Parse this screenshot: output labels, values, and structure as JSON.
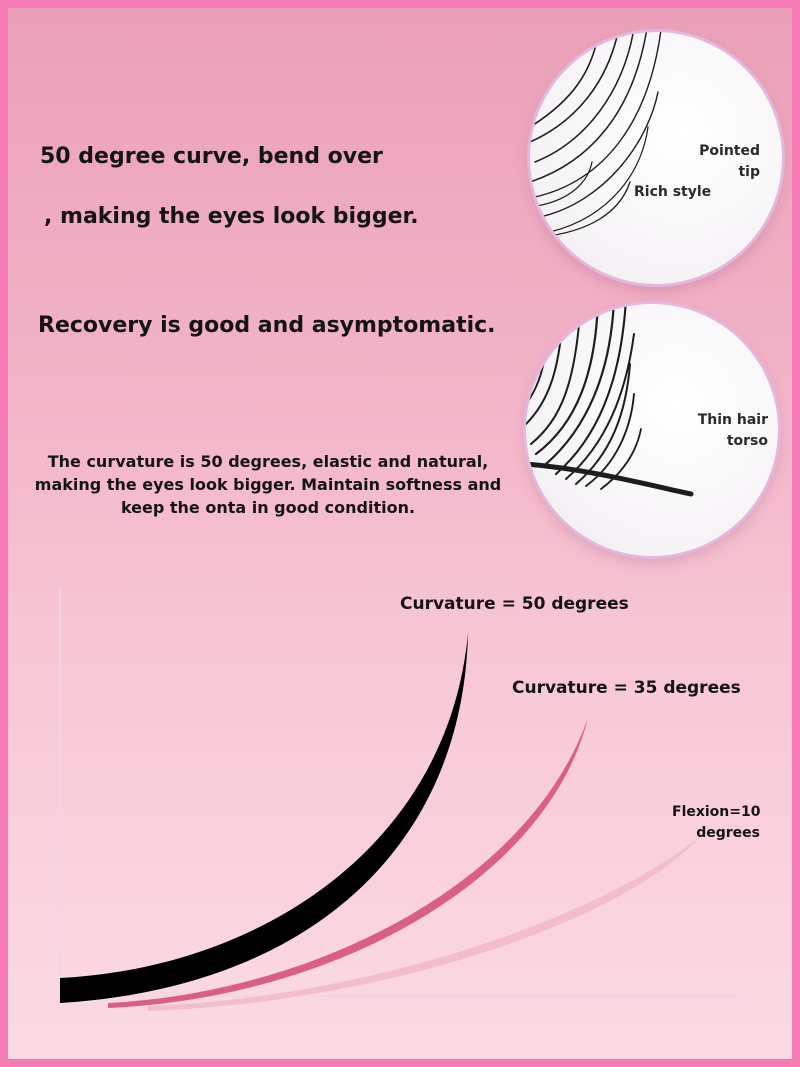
{
  "headline": {
    "line1": "50 degree curve, bend over",
    "line2": ", making the eyes look bigger.",
    "line3": "Recovery is good and asymptomatic."
  },
  "description": "The curvature is 50 degrees, elastic and natural, making the eyes look bigger. Maintain softness and keep the onta in good condition.",
  "zoom_views": {
    "tip": {
      "label_pointed": "Pointed\ntip",
      "label_rich": "Rich style"
    },
    "torso": {
      "label": "Thin hair\ntorso"
    }
  },
  "curves": {
    "items": [
      {
        "label": "Curvature = 50 degrees",
        "color": "#000000"
      },
      {
        "label": "Curvature = 35 degrees",
        "color": "#d95f86"
      },
      {
        "label": "Flexion=10\ndegrees",
        "color": "#f3bdca"
      }
    ],
    "axis_color": "#f0d6e0"
  }
}
